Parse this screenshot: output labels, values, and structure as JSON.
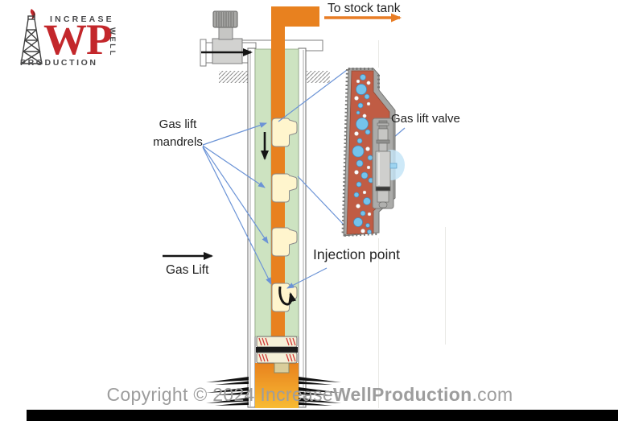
{
  "logo": {
    "word_top": "INCREASE",
    "initials": "WP",
    "word_right": "WELL",
    "word_bottom": "PRODUCTION"
  },
  "annotations": {
    "to_stock_tank": "To stock tank",
    "gas_lift_mandrels": "Gas lift mandrels",
    "gas_lift_valve": "Gas lift valve",
    "injection_point": "Injection point",
    "gas_lift": "Gas Lift"
  },
  "footer": {
    "copyright_prefix": "Copyright © 2024 ",
    "brand_increase": "Increase",
    "brand_well": "Well",
    "brand_production": "Production",
    "brand_tld": ".com"
  },
  "diagram": {
    "mandrel_count": 4,
    "icons": [
      "oil-derrick-icon",
      "wellhead-valve-icon",
      "gas-bubbles",
      "perforations",
      "packer"
    ]
  },
  "colors": {
    "tubing_orange": "#e8811f",
    "annulus_green": "#cde3c1",
    "mandrel_cream": "#fff5cd",
    "fluid_terracotta": "#c05c44",
    "bubble_blue": "#74c3ec",
    "annotation_blue": "#6b93d6",
    "logo_red": "#c3272b",
    "copyright_gray": "#9d9d9d",
    "footer_bar_black": "#000000"
  }
}
